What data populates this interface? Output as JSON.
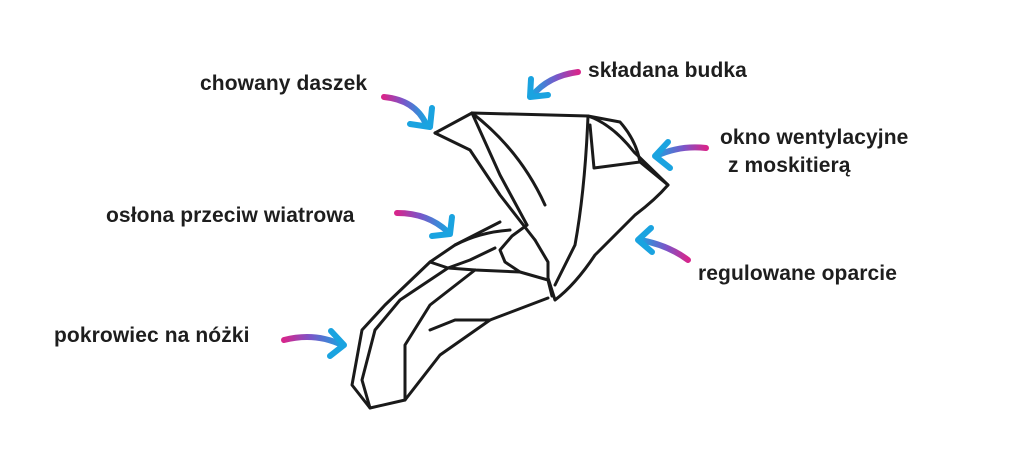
{
  "labels": {
    "chowany_daszek": "chowany daszek",
    "skladana_budka": "składana budka",
    "okno_line1": "okno wentylacyjne",
    "okno_line2": "z moskitierą",
    "oslona": "osłona przeciw wiatrowa",
    "regulowane_oparcie": "regulowane oparcie",
    "pokrowiec": "pokrowiec na nóżki"
  },
  "colors": {
    "outline": "#1a1a1a",
    "arrow_start": "#d6268c",
    "arrow_mid": "#7b55c8",
    "arrow_end": "#1aa3e0",
    "text": "#1e1e1e"
  }
}
